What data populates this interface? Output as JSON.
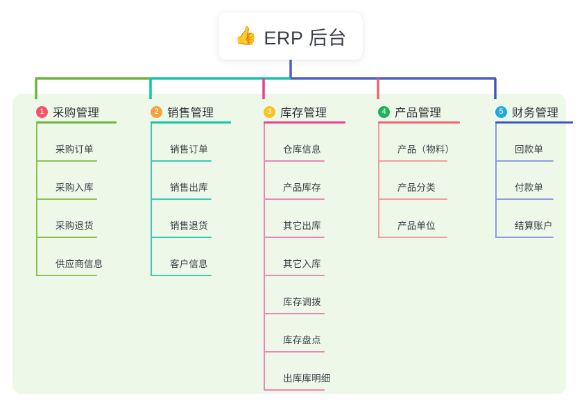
{
  "diagram": {
    "type": "mind-map",
    "title": "ERP 后台",
    "background_color": "#edf8e9",
    "page_background": "#ffffff",
    "root": {
      "icon": "thumbs-up-icon",
      "emoji": "👍",
      "label": "ERP 后台",
      "stem_color": "#4f5bc4"
    },
    "trunk": {
      "segment_colors": [
        "#6cb33f",
        "#13c4a5",
        "#4f5bc4"
      ],
      "stub_colors": [
        "#6cb33f",
        "#13c4a5",
        "#ea3f8c",
        "#f4606c",
        "#3c55c0"
      ]
    },
    "branches": [
      {
        "index": "1",
        "label": "采购管理",
        "badge_color": "#f4556a",
        "line_color": "#6cb33f",
        "leaf_color": "#8cc152",
        "items": [
          "采购订单",
          "采购入库",
          "采购退货",
          "供应商信息"
        ]
      },
      {
        "index": "2",
        "label": "销售管理",
        "badge_color": "#f5a33c",
        "line_color": "#13c4a5",
        "leaf_color": "#3fc8b4",
        "items": [
          "销售订单",
          "销售出库",
          "销售退货",
          "客户信息"
        ]
      },
      {
        "index": "3",
        "label": "库存管理",
        "badge_color": "#f7c325",
        "line_color": "#ea3f8c",
        "leaf_color": "#ef84b6",
        "items": [
          "仓库信息",
          "产品库存",
          "其它出库",
          "其它入库",
          "库存调拨",
          "库存盘点",
          "出库库明细"
        ]
      },
      {
        "index": "4",
        "label": "产品管理",
        "badge_color": "#20b35e",
        "line_color": "#f4606c",
        "leaf_color": "#f79a9f",
        "items": [
          "产品（物料）",
          "产品分类",
          "产品单位"
        ]
      },
      {
        "index": "5",
        "label": "财务管理",
        "badge_color": "#20a8e0",
        "line_color": "#3c55c0",
        "leaf_color": "#8b9ee0",
        "items": [
          "回款单",
          "付款单",
          "结算账户"
        ]
      }
    ]
  }
}
